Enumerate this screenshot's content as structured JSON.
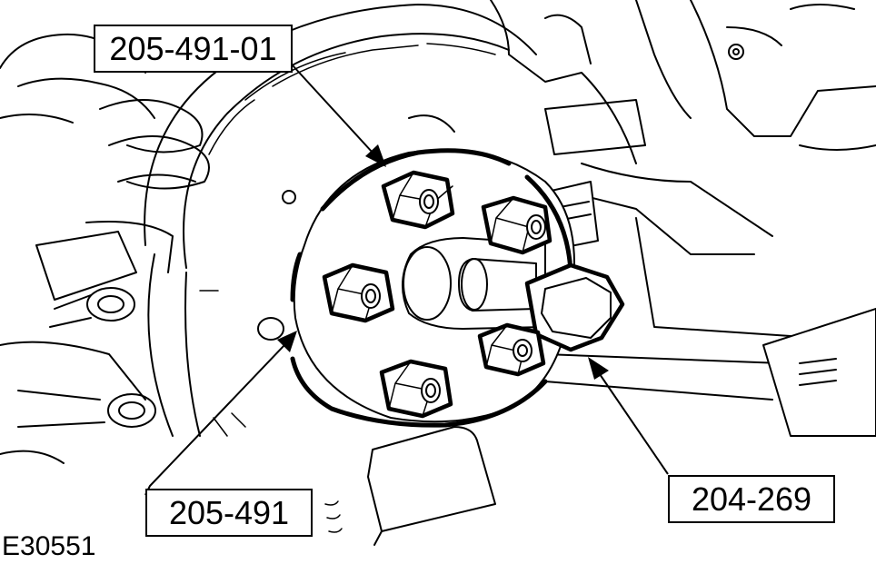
{
  "callouts": [
    {
      "id": "tool-205-491-01",
      "text": "205-491-01"
    },
    {
      "id": "tool-205-491",
      "text": "205-491"
    },
    {
      "id": "tool-204-269",
      "text": "204-269"
    }
  ],
  "figure_id": "E30551"
}
